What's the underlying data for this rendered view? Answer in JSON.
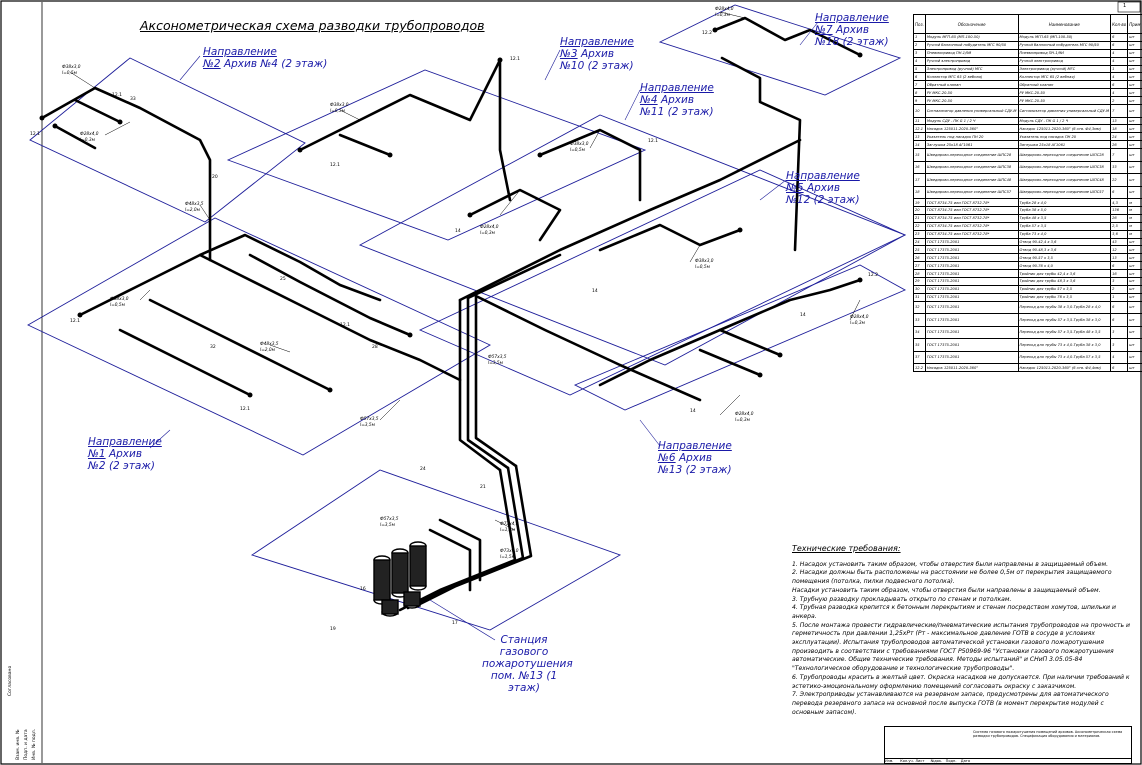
{
  "title": "Аксонометрическая схема разводки трубопроводов",
  "directions": [
    {
      "id": "d2",
      "label": "Направление",
      "code": "№2",
      "text": "Архив №4 (2 этаж)"
    },
    {
      "id": "d3",
      "label": "Направление",
      "code": "№3",
      "text": "Архив №10 (2 этаж)"
    },
    {
      "id": "d7",
      "label": "Направление",
      "code": "№7",
      "text": "Архив №18 (2 этаж)"
    },
    {
      "id": "d4",
      "label": "Направление",
      "code": "№4",
      "text": "Архив №11 (2 этаж)"
    },
    {
      "id": "d5",
      "label": "Направление",
      "code": "№5",
      "text": "Архив №12 (2 этаж)"
    },
    {
      "id": "d1",
      "label": "Направление",
      "code": "№1",
      "text": "Архив №2 (2 этаж)"
    },
    {
      "id": "d6",
      "label": "Направление",
      "code": "№6",
      "text": "Архив №13 (2 этаж)"
    }
  ],
  "station": {
    "line1": "Станция",
    "line2": "газового",
    "line3": "пожаротушения",
    "line4": "пом. №13 (1",
    "line5": "этаж)"
  },
  "sheet_number": "1",
  "spec_table": {
    "headers": {
      "pos": "Поз.",
      "designation": "Обозначение",
      "name": "Наименование",
      "qty": "Кол-во",
      "note": "Прим."
    },
    "rows": [
      {
        "pos": "1",
        "designation": "Модуль МГП-65 (МП-100-50)",
        "name": "Модуль МГП-65 (МП-100-50)",
        "qty": "6",
        "unit": "шт"
      },
      {
        "pos": "2",
        "designation": "Ручной баллонный побудитель МГС 90/50",
        "name": "Ручной баллонный побудитель МГС 90/50",
        "qty": "6",
        "unit": "шт"
      },
      {
        "pos": "3",
        "designation": "Пневмопривод ПН-1/9И",
        "name": "Пневмопривод ПН-1/9И",
        "qty": "4",
        "unit": "шт"
      },
      {
        "pos": "4",
        "designation": "Ручной электропривод",
        "name": "Ручной электропривод",
        "qty": "4",
        "unit": "шт"
      },
      {
        "pos": "5",
        "designation": "Электропривод (ручной) МГС",
        "name": "Электропривод (ручной) МГС",
        "qty": "1",
        "unit": "шт"
      },
      {
        "pos": "6",
        "designation": "Коллектор МГС 65 (2 вебная)",
        "name": "Коллектор МГС 65 (2 вебная)",
        "qty": "4",
        "unit": "шт"
      },
      {
        "pos": "7",
        "designation": "Обратный клапан",
        "name": "Обратный клапан",
        "qty": "6",
        "unit": "шт"
      },
      {
        "pos": "8",
        "designation": "РУ МКС-20-50",
        "name": "РУ МКС-20-50",
        "qty": "4",
        "unit": "шт"
      },
      {
        "pos": "9",
        "designation": "РУ МКС-20-50",
        "name": "РУ МКС-20-50",
        "qty": "2",
        "unit": "шт"
      },
      {
        "pos": "10",
        "designation": "Сигнализатор давления универсальный СДУ-М",
        "name": "Сигнализатор давления универсальный СДУ-М",
        "qty": "7",
        "unit": "шт",
        "tall": true
      },
      {
        "pos": "11",
        "designation": "Модуль СДУ - ПК G 1 / 2 Ч",
        "name": "Модуль СДУ - ПК G 1 / 2 Ч",
        "qty": "13",
        "unit": "шт"
      },
      {
        "pos": "12.1",
        "designation": "Насадок 125011-2020-360°",
        "name": "Насадок 125011-2020-360° (6 отв. Ф4,3мм)",
        "qty": "18",
        "unit": "шт"
      },
      {
        "pos": "13",
        "designation": "Указатель под насадок ПН 20",
        "name": "Указатель под насадок ПН 20",
        "qty": "24",
        "unit": "шт"
      },
      {
        "pos": "14",
        "designation": "Заглушка 25х18 АГ1061",
        "name": "Заглушка 25х18 АГ1061",
        "qty": "26",
        "unit": "шт"
      },
      {
        "pos": "15",
        "designation": "Шведирово-переходное соединение ШПС28",
        "name": "Шведирово-переходное соединение ШПС28",
        "qty": "7",
        "unit": "шт",
        "tall": true
      },
      {
        "pos": "16",
        "designation": "Шведирово-переходное соединение ШПС38",
        "name": "Шведирово-переходное соединение ШПС38",
        "qty": "33",
        "unit": "шт",
        "tall": true
      },
      {
        "pos": "17",
        "designation": "Шведирово-переходное соединение ШПС48",
        "name": "Шведирово-переходное соединение ШПС48",
        "qty": "22",
        "unit": "шт",
        "tall": true
      },
      {
        "pos": "18",
        "designation": "Шведирово-переходное соединение ШПС57",
        "name": "Шведирово-переходное соединение ШПС57",
        "qty": "6",
        "unit": "шт",
        "tall": true
      },
      {
        "pos": "19",
        "designation": "ГОСТ 8734-75 или ГОСТ 8732-78*",
        "name": "Труба 28 х 4,0",
        "qty": "4,3",
        "unit": "м"
      },
      {
        "pos": "20",
        "designation": "ГОСТ 8734-75 или ГОСТ 8732-78*",
        "name": "Труба 38 х 5,0",
        "qty": "136",
        "unit": "м"
      },
      {
        "pos": "21",
        "designation": "ГОСТ 8734-75 или ГОСТ 8732-78*",
        "name": "Труба 48 х 3,5",
        "qty": "26",
        "unit": "м"
      },
      {
        "pos": "22",
        "designation": "ГОСТ 8734-75 или ГОСТ 8732-78*",
        "name": "Труба 57 х 3,5",
        "qty": "2,5",
        "unit": "м"
      },
      {
        "pos": "23",
        "designation": "ГОСТ 8734-75 или ГОСТ 8732-78*",
        "name": "Труба 73 х 4,0",
        "qty": "3,6",
        "unit": "м"
      },
      {
        "pos": "24",
        "designation": "ГОСТ 17375-2001",
        "name": "Отвод 90-42,4 х 3,6",
        "qty": "43",
        "unit": "шт"
      },
      {
        "pos": "25",
        "designation": "ГОСТ 17375-2001",
        "name": "Отвод 90-48,3 х 3,6",
        "qty": "12",
        "unit": "шт"
      },
      {
        "pos": "26",
        "designation": "ГОСТ 17375-2001",
        "name": "Отвод 90-57 х 3,5",
        "qty": "13",
        "unit": "шт"
      },
      {
        "pos": "27",
        "designation": "ГОСТ 17375-2001",
        "name": "Отвод 90-76 х 4,0",
        "qty": "6",
        "unit": "шт"
      },
      {
        "pos": "28",
        "designation": "ГОСТ 17375-2001",
        "name": "Тройник для трубы 42,4 х 3,6",
        "qty": "16",
        "unit": "шт"
      },
      {
        "pos": "29",
        "designation": "ГОСТ 17375-2001",
        "name": "Тройник для трубы 48,3 х 3,6",
        "qty": "3",
        "unit": "шт"
      },
      {
        "pos": "30",
        "designation": "ГОСТ 17375-2001",
        "name": "Тройник для трубы 57 х 3,5",
        "qty": "2",
        "unit": "шт"
      },
      {
        "pos": "31",
        "designation": "ГОСТ 17375-2001",
        "name": "Тройник для трубы 76 х 3,5",
        "qty": "1",
        "unit": "шт"
      },
      {
        "pos": "32",
        "designation": "ГОСТ 17375-2001",
        "name": "Переход для трубы 38 х 3,0-Труба 28 х 4,0",
        "qty": "6",
        "unit": "шт",
        "tall": true
      },
      {
        "pos": "33",
        "designation": "ГОСТ 17375-2001",
        "name": "Переход для трубы 57 х 3,5-Труба 38 х 3,0",
        "qty": "6",
        "unit": "шт",
        "tall": true
      },
      {
        "pos": "34",
        "designation": "ГОСТ 17375-2001",
        "name": "Переход для трубы 57 х 3,5-Труба 48 х 3,5",
        "qty": "3",
        "unit": "шт",
        "tall": true
      },
      {
        "pos": "35",
        "designation": "ГОСТ 17375-2001",
        "name": "Переход для трубы 73 х 4,0-Труба 38 х 3,0",
        "qty": "3",
        "unit": "шт",
        "tall": true
      },
      {
        "pos": "37",
        "designation": "ГОСТ 17375-2001",
        "name": "Переход для трубы 73 х 4,0-Труба 57 х 3,5",
        "qty": "4",
        "unit": "шт",
        "tall": true
      },
      {
        "pos": "12.2",
        "designation": "Насадок 125011-2020-360°",
        "name": "Насадок 125011-2020-360° (6 отв. Ф4,4мм)",
        "qty": "6",
        "unit": "шт"
      }
    ]
  },
  "notes": {
    "heading": "Технические требования:",
    "items": [
      "1. Насадок установить таким образом, чтобы отверстия были направлены в защищаемый объем.",
      "2. Насадки должны быть расположены на расстоянии не более 0,5м от перекрытия защищаемого помещения (потолка, пилки подвесного потолка).",
      "Насадки установить таким образом, чтобы отверстия были направлены в защищаемый объем.",
      "3. Трубную разводку прокладывать открыто по стенам и потолкам.",
      "4. Трубная разводка крепится к бетонным перекрытиям и стенам посредством хомутов, шпильки и анкера.",
      "5. После монтажа провести гидравлические/пневматические испытания трубопроводов на прочность и герметичность при давлении 1,25хРт (Рт - максимальное давление ГОТВ в сосуде в условиях эксплуатации). Испытания трубопроводов автоматической установки газового пожаротушения производить в соответствии с требованиями ГОСТ Р50969-96 \"Установки газового пожаротушения автоматические. Общие технические требования. Методы испытаний\" и СНиП 3.05.05-84 \"Технологическое оборудование и технологические трубопроводы\".",
      "6. Трубопроводы красить в желтый цвет. Окраска насадков не допускается. При наличии требований к эстетико-эмоциональному оформлению помещений согласовать окраску с заказчиком.",
      "7. Электроприводы устанавливаются на резервном запасе, предусмотрены для автоматического перевода резервного запаса на основной после выпуска ГОТВ (в момент перекрытия модулей с основным запасом)."
    ]
  },
  "stamp": {
    "description": "Система газового пожаротушения помещений архивов. Аксонометрическая схема разводки трубопроводов. Спецификация оборудования и материалов.",
    "cols": [
      "Изм.",
      "Кол.уч.",
      "Лист",
      "№док.",
      "Подп.",
      "Дата"
    ]
  },
  "left_strip": [
    "Согласовано",
    "Взам. инв. №",
    "Подп. и дата",
    "Инв. № подл."
  ],
  "pipe_labels": [
    {
      "text": "Ф38х3,0",
      "sub": "l=0,5м"
    },
    {
      "text": "Ф28х4,0",
      "sub": "l=0,3м"
    },
    {
      "text": "Ф48х3,5",
      "sub": "l=2,0м"
    },
    {
      "text": "Ф57х3,5",
      "sub": "l=3,5м"
    },
    {
      "text": "Ф73х4,0",
      "sub": "l=1,5м"
    }
  ],
  "markers": [
    "12.1",
    "12.2",
    "14",
    "16",
    "17",
    "19",
    "20",
    "21",
    "24",
    "25",
    "28",
    "32",
    "33"
  ]
}
